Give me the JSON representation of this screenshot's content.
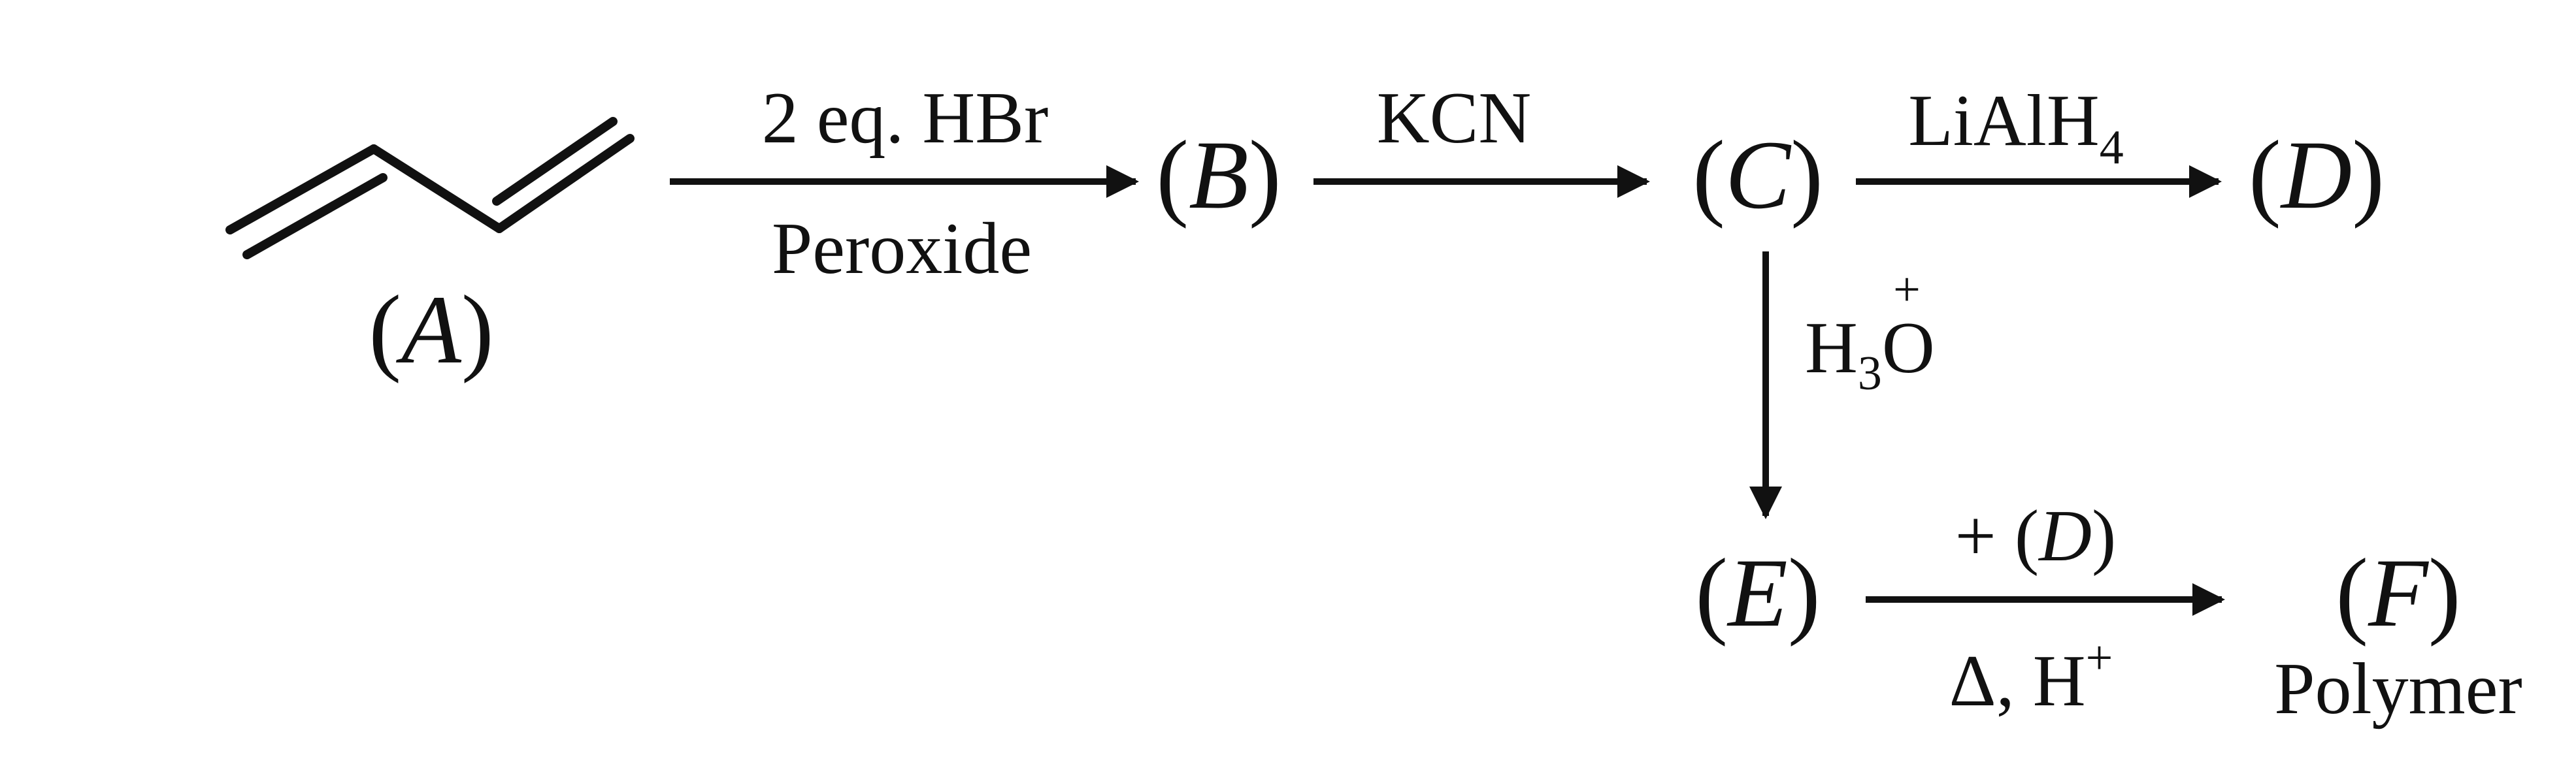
{
  "scheme": {
    "compounds": {
      "A": "A",
      "B": "B",
      "C": "C",
      "D": "D",
      "E": "E",
      "F": "F"
    },
    "steps": {
      "a_to_b": {
        "above": "2 eq. HBr",
        "below": "Peroxide"
      },
      "b_to_c": {
        "above": "KCN"
      },
      "c_to_d": {
        "above_main": "LiAlH",
        "above_sub": "4"
      },
      "c_to_e": {
        "label_main_1": "H",
        "label_sub": "3",
        "label_main_2": "O",
        "label_sup": "+"
      },
      "e_to_f": {
        "above_prefix": "+ (",
        "above_compound": "D",
        "above_suffix": ")",
        "below_main": "Δ, H",
        "below_sup": "+"
      }
    },
    "product_note": "Polymer"
  },
  "colors": {
    "ink": "#111111",
    "background": "#ffffff"
  }
}
